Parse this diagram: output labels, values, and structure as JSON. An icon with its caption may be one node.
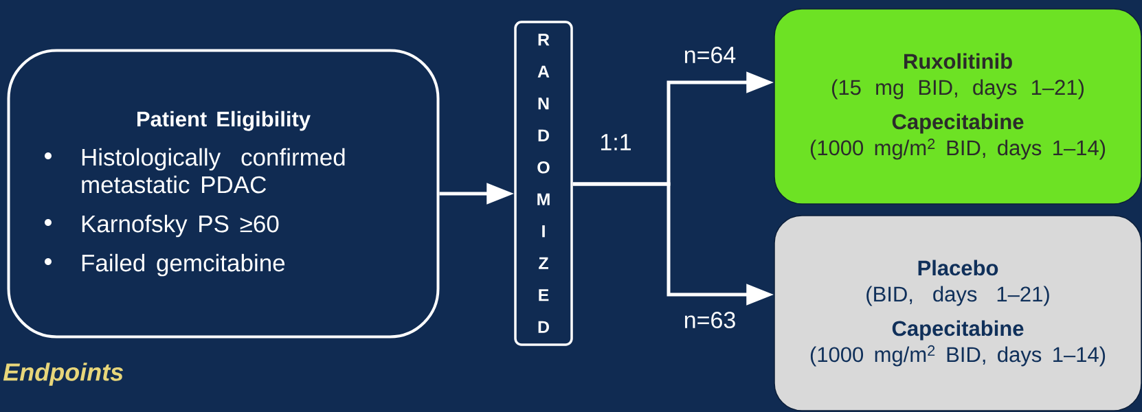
{
  "diagram": {
    "nodes": [
      {
        "text": [
          "Patient Eligibility",
          "Histologically confirmed metastatic PDAC",
          "Karnofsky PS ≥60",
          "Failed gemcitabine"
        ]
      },
      {
        "text": [
          "RANDOMIZED"
        ]
      },
      {
        "text": [
          "Ruxolitinib",
          "(15 mg BID, days 1–21)",
          "Capecitabine",
          "(1000 mg/m$^{2}$ BID, days 1–14)"
        ]
      },
      {
        "text": [
          "Placebo",
          "(BID, days 1–21)",
          "Capecitabine",
          "(1000 mg/m$^{2}$ BID, days 1–14)"
        ]
      }
    ],
    "edges": [
      {
        "from": 0,
        "to": 1,
        "arrow": "to"
      },
      {
        "from": 1,
        "to": 2,
        "arrow": "to",
        "label": "n=64"
      },
      {
        "from": 1,
        "to": 3,
        "arrow": "to",
        "label": "n=63"
      }
    ],
    "labels": [
      "1:1",
      "Endpoints"
    ]
  }
}
